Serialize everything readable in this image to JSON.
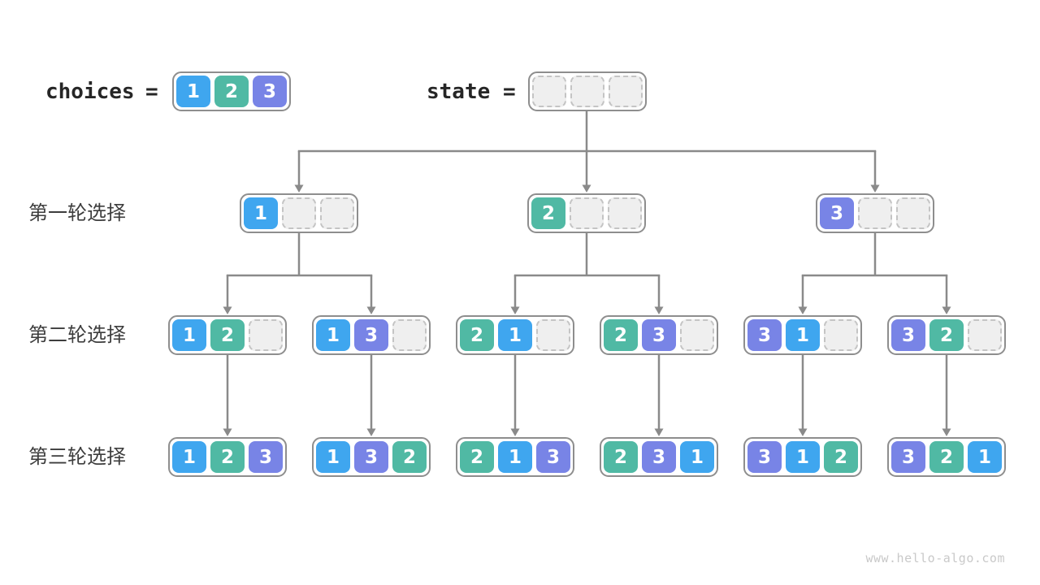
{
  "colors": {
    "choice_1": "#3FA6EF",
    "choice_2": "#50B9A4",
    "choice_3": "#7884E6",
    "cell_text": "#FFFFFF",
    "empty_cell_bg": "#EFEFEF",
    "empty_cell_border": "#C4C4C4",
    "node_border": "#8E8E8E",
    "arrow": "#8A8A8A",
    "row_label_text": "#3D3D3D",
    "header_text": "#262626",
    "watermark_text": "#C9C9C9"
  },
  "header": {
    "choices_label": "choices",
    "equals": "=",
    "choices_values": [
      1,
      2,
      3
    ],
    "state_label": "state",
    "state_values": [
      null,
      null,
      null
    ]
  },
  "rows": [
    {
      "label": "第一轮选择",
      "nodes": [
        [
          1,
          null,
          null
        ],
        [
          2,
          null,
          null
        ],
        [
          3,
          null,
          null
        ]
      ]
    },
    {
      "label": "第二轮选择",
      "nodes": [
        [
          1,
          2,
          null
        ],
        [
          1,
          3,
          null
        ],
        [
          2,
          1,
          null
        ],
        [
          2,
          3,
          null
        ],
        [
          3,
          1,
          null
        ],
        [
          3,
          2,
          null
        ]
      ]
    },
    {
      "label": "第三轮选择",
      "nodes": [
        [
          1,
          2,
          3
        ],
        [
          1,
          3,
          2
        ],
        [
          2,
          1,
          3
        ],
        [
          2,
          3,
          1
        ],
        [
          3,
          1,
          2
        ],
        [
          3,
          2,
          1
        ]
      ]
    }
  ],
  "edges": {
    "root_to_round1": [
      0,
      1,
      2
    ],
    "round1_to_round2": [
      [
        0,
        1
      ],
      [
        2,
        3
      ],
      [
        4,
        5
      ]
    ],
    "round2_to_round3": [
      0,
      1,
      2,
      3,
      4,
      5
    ]
  },
  "watermark": "www.hello-algo.com"
}
